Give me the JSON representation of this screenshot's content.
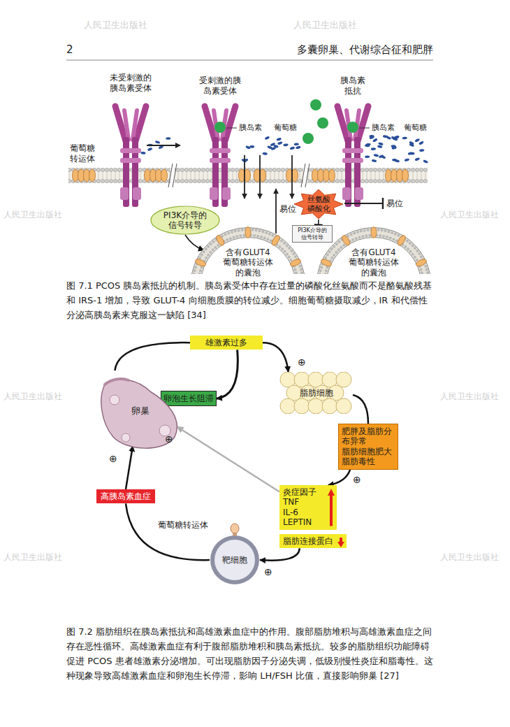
{
  "diagram": {
    "caption": "图 7.2 脂肪组织在胰岛素抵抗和高雄激素血症中的作用。腹部脂肪堆积与高雄激素血症之间存在恶性循环。高雄激素血症有利于腹部脂肪堆积和胰岛素抵抗。较多的脂肪组织功能障碍促进 PCOS 患者雄激素分泌增加。可出现脂肪因子分泌失调，低级别慢性炎症和脂毒性。这种现象导致高雄激素血症和卵泡生长停滞，影响 LH/FSH 比值，直接影响卵巢 [27]",
    "nodes": [
      {
        "text": [
          "PI3K介导的信号转导"
        ]
      },
      {
        "text": [
          "含有GLUT4葡萄糖转运体的囊泡"
        ]
      },
      {
        "text": [
          "丝氨酸磷酸化"
        ]
      },
      {
        "text": [
          "PI3K介导的信号转导"
        ]
      },
      {
        "text": [
          "含有GLUT4葡萄糖转运体的囊泡"
        ]
      },
      {
        "text": [
          "雄激素过多"
        ]
      },
      {
        "text": [
          "卵泡生长阻滞"
        ]
      },
      {
        "text": [
          "卵巢"
        ]
      },
      {
        "text": [
          "脂肪细胞"
        ]
      },
      {
        "text": [
          "肥胖及脂肪分布异常",
          "脂肪细胞肥大",
          "脂肪毒性"
        ]
      },
      {
        "text": [
          "炎症因子",
          "TNF",
          "IL-6",
          "LEPTIN"
        ]
      },
      {
        "text": [
          "脂肪连接蛋白"
        ]
      },
      {
        "text": [
          "高胰岛素血症"
        ]
      },
      {
        "text": [
          "靶细胞"
        ]
      }
    ],
    "edges": [
      {
        "from": 0,
        "to": 1,
        "arrow": "to"
      },
      {
        "from": 2,
        "to": 3,
        "arrow": "to"
      },
      {
        "from": 7,
        "to": 5,
        "arrow": "none"
      },
      {
        "from": 5,
        "to": 8,
        "arrow": "to"
      },
      {
        "from": 5,
        "to": 6,
        "arrow": "to"
      },
      {
        "from": 8,
        "to": 9,
        "arrow": "none"
      },
      {
        "from": 9,
        "to": 10,
        "arrow": "to"
      },
      {
        "from": 10,
        "to": 7,
        "arrow": "to"
      },
      {
        "from": 11,
        "to": 13,
        "arrow": "to"
      },
      {
        "from": 13,
        "to": 12,
        "arrow": "none"
      },
      {
        "from": 12,
        "to": 7,
        "arrow": "to"
      }
    ],
    "labels": [
      "2",
      "多囊卵巢、代谢综合征和肥胖",
      "未受刺激的胰岛素受体",
      "受刺激的胰岛素受体",
      "胰岛素抵抗",
      "葡萄糖转运体",
      "胰岛素",
      "葡萄糖",
      "胰岛素",
      "葡萄糖",
      "易位",
      "易位",
      "图 7.1 PCOS 胰岛素抵抗的机制。胰岛素受体中存在过量的磷酸化丝氨酸而不是酪氨酸残基和 IRS-1 增加，导致 GLUT-4 向细胞质膜的转位减少。细胞葡萄糖摄取减少，IR 和代偿性分泌高胰岛素来克服这一缺陷 [34]",
      "葡萄糖转运体",
      "⊕",
      "⊕",
      "⊕",
      "⊕",
      "⊕",
      "人民卫生出版社",
      "人民卫生出版社",
      "人民卫生出版社",
      "人民卫生出版社",
      "人民卫生出版社",
      "人民卫生出版社",
      "人民卫生出版社",
      "人民卫生出版社"
    ]
  }
}
